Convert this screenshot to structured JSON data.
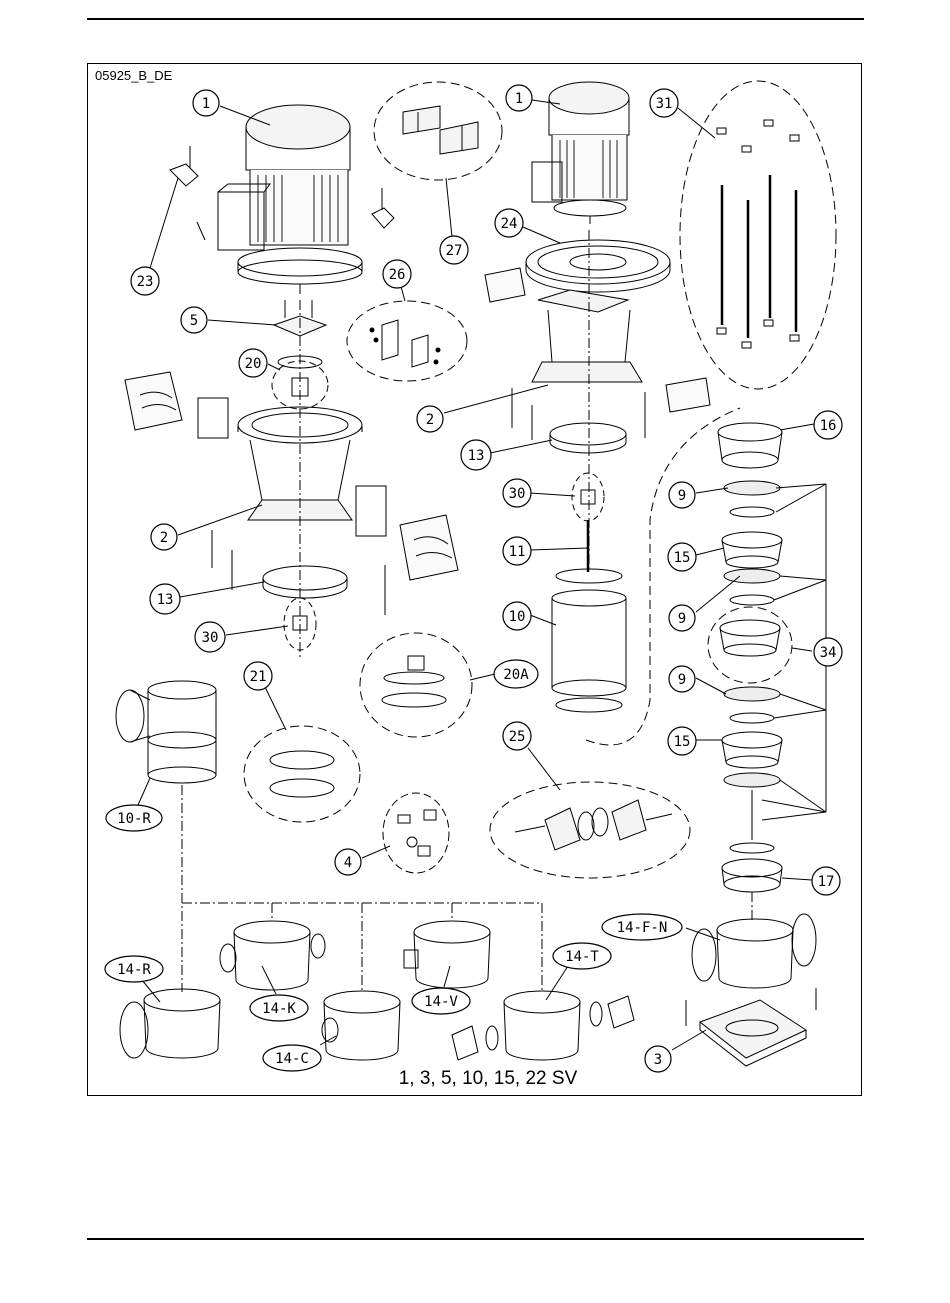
{
  "drawing": {
    "code": "05925_B_DE",
    "caption": "1, 3, 5, 10, 15, 22 SV"
  },
  "callouts": [
    {
      "id": "c1a",
      "text": "1"
    },
    {
      "id": "c1b",
      "text": "1"
    },
    {
      "id": "c31",
      "text": "31"
    },
    {
      "id": "c27",
      "text": "27"
    },
    {
      "id": "c24",
      "text": "24"
    },
    {
      "id": "c23",
      "text": "23"
    },
    {
      "id": "c26",
      "text": "26"
    },
    {
      "id": "c5",
      "text": "5"
    },
    {
      "id": "c20",
      "text": "20"
    },
    {
      "id": "c2a",
      "text": "2"
    },
    {
      "id": "c16",
      "text": "16"
    },
    {
      "id": "c13a",
      "text": "13"
    },
    {
      "id": "c9a",
      "text": "9"
    },
    {
      "id": "c30a",
      "text": "30"
    },
    {
      "id": "c2b",
      "text": "2"
    },
    {
      "id": "c11",
      "text": "11"
    },
    {
      "id": "c15a",
      "text": "15"
    },
    {
      "id": "c13b",
      "text": "13"
    },
    {
      "id": "c9b",
      "text": "9"
    },
    {
      "id": "c10",
      "text": "10"
    },
    {
      "id": "c30b",
      "text": "30"
    },
    {
      "id": "c34",
      "text": "34"
    },
    {
      "id": "c21",
      "text": "21"
    },
    {
      "id": "c20A",
      "text": "20A"
    },
    {
      "id": "c9c",
      "text": "9"
    },
    {
      "id": "c25",
      "text": "25"
    },
    {
      "id": "c15b",
      "text": "15"
    },
    {
      "id": "c10R",
      "text": "10-R"
    },
    {
      "id": "c4",
      "text": "4"
    },
    {
      "id": "c17",
      "text": "17"
    },
    {
      "id": "c14FN",
      "text": "14-F-N"
    },
    {
      "id": "c14R",
      "text": "14-R"
    },
    {
      "id": "c14T",
      "text": "14-T"
    },
    {
      "id": "c14K",
      "text": "14-K"
    },
    {
      "id": "c14V",
      "text": "14-V"
    },
    {
      "id": "c14C",
      "text": "14-C"
    },
    {
      "id": "c3",
      "text": "3"
    }
  ]
}
